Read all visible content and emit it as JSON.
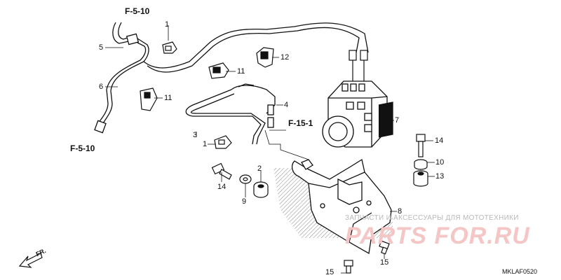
{
  "callouts": {
    "c1a": "1",
    "c1b": "1",
    "c2": "2",
    "c3": "3",
    "c4": "4",
    "c5": "5",
    "c6": "6",
    "c7": "7",
    "c8": "8",
    "c9": "9",
    "c10": "10",
    "c11a": "11",
    "c11b": "11",
    "c12": "12",
    "c13": "13",
    "c14a": "14",
    "c14b": "14",
    "c15a": "15",
    "c15b": "15"
  },
  "refs": {
    "top": "F-5-10",
    "bottom": "F-5-10",
    "center": "F-15-1"
  },
  "direction": {
    "label": "FR."
  },
  "diagram_code": "MKLAF0520",
  "watermark": {
    "line": "ЗАПЧАСТИ И АКСЕССУАРЫ ДЛЯ МОТОТЕХНИКИ",
    "logo": "PARTS FOR.RU"
  }
}
